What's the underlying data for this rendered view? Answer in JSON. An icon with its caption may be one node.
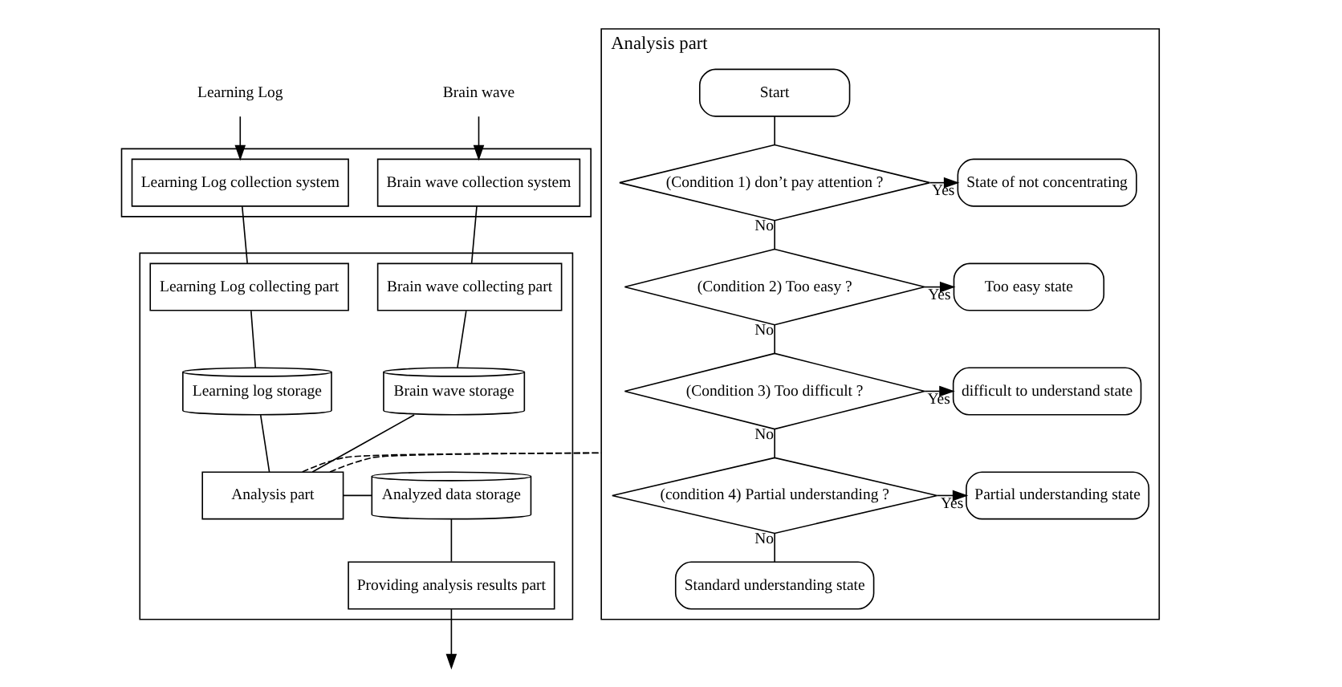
{
  "diagram": {
    "nodes": [
      {
        "text": [
          "Learning Log"
        ]
      },
      {
        "text": [
          "Brain wave"
        ]
      },
      {
        "text": [],
        "shape": "box"
      },
      {
        "text": [
          "Learning Log collection system"
        ],
        "in": 2
      },
      {
        "text": [
          "Brain wave collection system"
        ],
        "in": 2
      },
      {
        "text": [],
        "shape": "box"
      },
      {
        "text": [
          "Learning Log collecting part"
        ],
        "in": 5
      },
      {
        "text": [
          "Brain wave collecting part"
        ],
        "in": 5
      },
      {
        "text": [
          "Learning log storage"
        ],
        "in": 5
      },
      {
        "text": [
          "Brain wave storage"
        ],
        "in": 5
      },
      {
        "text": [
          "Analyzed data storage"
        ],
        "in": 5
      },
      {
        "text": [
          "Analysis part"
        ],
        "in": 5
      },
      {
        "text": [
          "Providing analysis results part"
        ],
        "in": 5
      },
      {
        "text": [
          "Analysis part"
        ]
      },
      {
        "text": [
          "Start"
        ],
        "in": 13
      },
      {
        "text": [
          "(Condition 1) don’t pay attention ?"
        ],
        "in": 13
      },
      {
        "text": [
          "State of not concentrating"
        ],
        "in": 13
      },
      {
        "text": [
          "(Condition 2) Too easy ?"
        ],
        "in": 13
      },
      {
        "text": [
          "Too easy state"
        ],
        "in": 13
      },
      {
        "text": [
          "(Condition 3) Too difficult ?"
        ],
        "in": 13
      },
      {
        "text": [
          "difficult to understand state"
        ],
        "in": 13
      },
      {
        "text": [
          "(condition 4) Partial understanding ?"
        ],
        "in": 13
      },
      {
        "text": [
          "Partial understanding state"
        ],
        "in": 13
      },
      {
        "text": [
          "Standard understanding state"
        ],
        "in": 13
      }
    ],
    "edges": [
      {
        "from": 0,
        "to": 3,
        "arrow": "to"
      },
      {
        "from": 1,
        "to": 4,
        "arrow": "to"
      },
      {
        "from": 3,
        "to": 6,
        "arrow": "none"
      },
      {
        "from": 4,
        "to": 7,
        "arrow": "none"
      },
      {
        "from": 6,
        "to": 8,
        "arrow": "none"
      },
      {
        "from": 7,
        "to": 9,
        "arrow": "none"
      },
      {
        "from": 8,
        "to": 11,
        "arrow": "none"
      },
      {
        "from": 9,
        "to": 11,
        "arrow": "none"
      },
      {
        "from": 11,
        "to": 10,
        "arrow": "none"
      },
      {
        "from": 10,
        "to": 12,
        "arrow": "none"
      },
      {
        "from": 12,
        "to": null,
        "arrow": "to"
      },
      {
        "from": 11,
        "to": 13,
        "arrow": "none",
        "style": "dashed"
      },
      {
        "from": 11,
        "to": 13,
        "arrow": "none",
        "style": "dashed"
      },
      {
        "from": 14,
        "to": 15,
        "arrow": "none"
      },
      {
        "from": 15,
        "to": 16,
        "arrow": "to",
        "label": "Yes"
      },
      {
        "from": 15,
        "to": 17,
        "arrow": "none",
        "label": "No"
      },
      {
        "from": 17,
        "to": 18,
        "arrow": "to",
        "label": "Yes"
      },
      {
        "from": 17,
        "to": 19,
        "arrow": "none",
        "label": "No"
      },
      {
        "from": 19,
        "to": 20,
        "arrow": "to",
        "label": "Yes"
      },
      {
        "from": 19,
        "to": 21,
        "arrow": "none",
        "label": "No"
      },
      {
        "from": 21,
        "to": 22,
        "arrow": "to",
        "label": "Yes"
      },
      {
        "from": 21,
        "to": 23,
        "arrow": "none",
        "label": "No"
      }
    ]
  }
}
